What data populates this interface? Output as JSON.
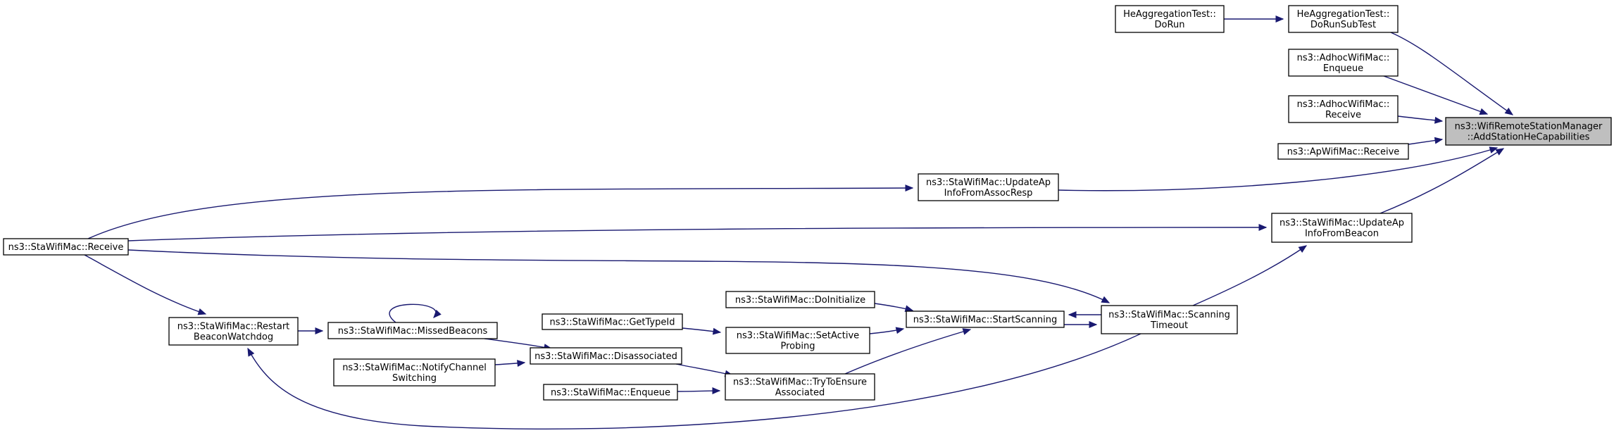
{
  "graph": {
    "nodes": [
      {
        "id": "root",
        "lines": [
          "ns3::WifiRemoteStationManager",
          "::AddStationHeCapabilities"
        ],
        "root": true
      },
      {
        "id": "he_subtest",
        "lines": [
          "HeAggregationTest::",
          "DoRunSubTest"
        ]
      },
      {
        "id": "he_dorun",
        "lines": [
          "HeAggregationTest::",
          "DoRun"
        ]
      },
      {
        "id": "adhoc_enqueue",
        "lines": [
          "ns3::AdhocWifiMac::",
          "Enqueue"
        ]
      },
      {
        "id": "adhoc_receive",
        "lines": [
          "ns3::AdhocWifiMac::",
          "Receive"
        ]
      },
      {
        "id": "ap_receive",
        "lines": [
          "ns3::ApWifiMac::Receive"
        ]
      },
      {
        "id": "update_assoc",
        "lines": [
          "ns3::StaWifiMac::UpdateAp",
          "InfoFromAssocResp"
        ]
      },
      {
        "id": "update_beacon",
        "lines": [
          "ns3::StaWifiMac::UpdateAp",
          "InfoFromBeacon"
        ]
      },
      {
        "id": "sta_receive",
        "lines": [
          "ns3::StaWifiMac::Receive"
        ]
      },
      {
        "id": "scan_timeout",
        "lines": [
          "ns3::StaWifiMac::Scanning",
          "Timeout"
        ]
      },
      {
        "id": "start_scanning",
        "lines": [
          "ns3::StaWifiMac::StartScanning"
        ]
      },
      {
        "id": "do_initialize",
        "lines": [
          "ns3::StaWifiMac::DoInitialize"
        ]
      },
      {
        "id": "set_active",
        "lines": [
          "ns3::StaWifiMac::SetActive",
          "Probing"
        ]
      },
      {
        "id": "get_typeid",
        "lines": [
          "ns3::StaWifiMac::GetTypeId"
        ]
      },
      {
        "id": "try_ensure",
        "lines": [
          "ns3::StaWifiMac::TryToEnsure",
          "Associated"
        ]
      },
      {
        "id": "enqueue",
        "lines": [
          "ns3::StaWifiMac::Enqueue"
        ]
      },
      {
        "id": "disassociated",
        "lines": [
          "ns3::StaWifiMac::Disassociated"
        ]
      },
      {
        "id": "missed_beacons",
        "lines": [
          "ns3::StaWifiMac::MissedBeacons"
        ]
      },
      {
        "id": "restart_watchdog",
        "lines": [
          "ns3::StaWifiMac::Restart",
          "BeaconWatchdog"
        ]
      },
      {
        "id": "notify_channel",
        "lines": [
          "ns3::StaWifiMac::NotifyChannel",
          "Switching"
        ]
      }
    ],
    "edges": [
      {
        "from": "he_dorun",
        "to": "he_subtest"
      },
      {
        "from": "he_subtest",
        "to": "root"
      },
      {
        "from": "adhoc_enqueue",
        "to": "root"
      },
      {
        "from": "adhoc_receive",
        "to": "root"
      },
      {
        "from": "ap_receive",
        "to": "root"
      },
      {
        "from": "update_assoc",
        "to": "root"
      },
      {
        "from": "update_beacon",
        "to": "root"
      },
      {
        "from": "sta_receive",
        "to": "update_assoc"
      },
      {
        "from": "sta_receive",
        "to": "update_beacon"
      },
      {
        "from": "scan_timeout",
        "to": "update_beacon"
      },
      {
        "from": "sta_receive",
        "to": "scan_timeout"
      },
      {
        "from": "sta_receive",
        "to": "restart_watchdog"
      },
      {
        "from": "scan_timeout",
        "to": "start_scanning"
      },
      {
        "from": "start_scanning",
        "to": "scan_timeout"
      },
      {
        "from": "do_initialize",
        "to": "start_scanning"
      },
      {
        "from": "set_active",
        "to": "start_scanning"
      },
      {
        "from": "try_ensure",
        "to": "start_scanning"
      },
      {
        "from": "get_typeid",
        "to": "set_active"
      },
      {
        "from": "enqueue",
        "to": "try_ensure"
      },
      {
        "from": "disassociated",
        "to": "try_ensure"
      },
      {
        "from": "notify_channel",
        "to": "disassociated"
      },
      {
        "from": "missed_beacons",
        "to": "disassociated"
      },
      {
        "from": "missed_beacons",
        "to": "missed_beacons"
      },
      {
        "from": "restart_watchdog",
        "to": "missed_beacons"
      },
      {
        "from": "scan_timeout",
        "to": "restart_watchdog"
      }
    ]
  }
}
